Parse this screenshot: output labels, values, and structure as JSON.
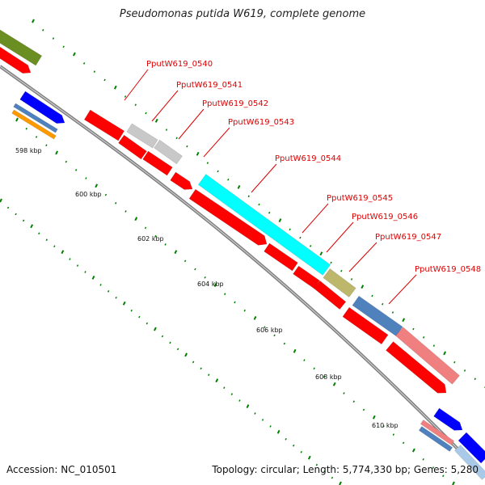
{
  "title": "Pseudomonas putida W619, complete genome",
  "accession_text": "Accession: NC_010501",
  "topology_text": "Topology: circular; Length: 5,774,330 bp; Genes: 5,280",
  "colors": {
    "cds_red": "#ff0000",
    "olive": "#6b8e23",
    "gray": "#c8c8c8",
    "cyan": "#00ffff",
    "khaki": "#bdb76b",
    "steelblue": "#4f81bd",
    "pink": "#f08080",
    "blue": "#0000ff",
    "orange": "#ff9900",
    "label_red": "#dd0000",
    "tick_green": "#008000",
    "backbone": "#808080"
  },
  "gene_labels": [
    "PputW619_0540",
    "PputW619_0541",
    "PputW619_0542",
    "PputW619_0543",
    "PputW619_0544",
    "PputW619_0545",
    "PputW619_0546",
    "PputW619_0547",
    "PputW619_0548"
  ],
  "kbp_labels": [
    "598 kbp",
    "600 kbp",
    "602 kbp",
    "604 kbp",
    "606 kbp",
    "608 kbp",
    "610 kbp"
  ]
}
